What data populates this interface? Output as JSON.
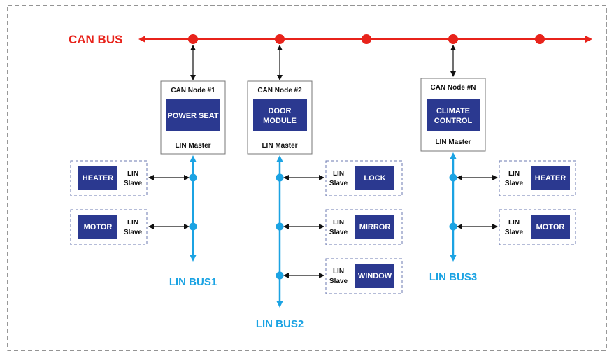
{
  "can_bus": {
    "label": "CAN BUS",
    "color": "#e8231b"
  },
  "lin_color": "#1ba3e3",
  "module_color": "#2b3990",
  "nodes": [
    {
      "title": "CAN Node #1",
      "module": [
        "POWER SEAT"
      ],
      "role": "LIN Master",
      "bus_label": "LIN BUS1"
    },
    {
      "title": "CAN Node #2",
      "module": [
        "DOOR",
        "MODULE"
      ],
      "role": "LIN Master",
      "bus_label": "LIN BUS2"
    },
    {
      "title": "CAN Node #N",
      "module": [
        "CLIMATE",
        "CONTROL"
      ],
      "role": "LIN Master",
      "bus_label": "LIN BUS3"
    }
  ],
  "slaves": [
    {
      "name": "HEATER",
      "role": [
        "LIN",
        "Slave"
      ],
      "bus": 1
    },
    {
      "name": "MOTOR",
      "role": [
        "LIN",
        "Slave"
      ],
      "bus": 1
    },
    {
      "name": "LOCK",
      "role": [
        "LIN",
        "Slave"
      ],
      "bus": 2
    },
    {
      "name": "MIRROR",
      "role": [
        "LIN",
        "Slave"
      ],
      "bus": 2
    },
    {
      "name": "WINDOW",
      "role": [
        "LIN",
        "Slave"
      ],
      "bus": 2
    },
    {
      "name": "HEATER",
      "role": [
        "LIN",
        "Slave"
      ],
      "bus": 3
    },
    {
      "name": "MOTOR",
      "role": [
        "LIN",
        "Slave"
      ],
      "bus": 3
    }
  ]
}
